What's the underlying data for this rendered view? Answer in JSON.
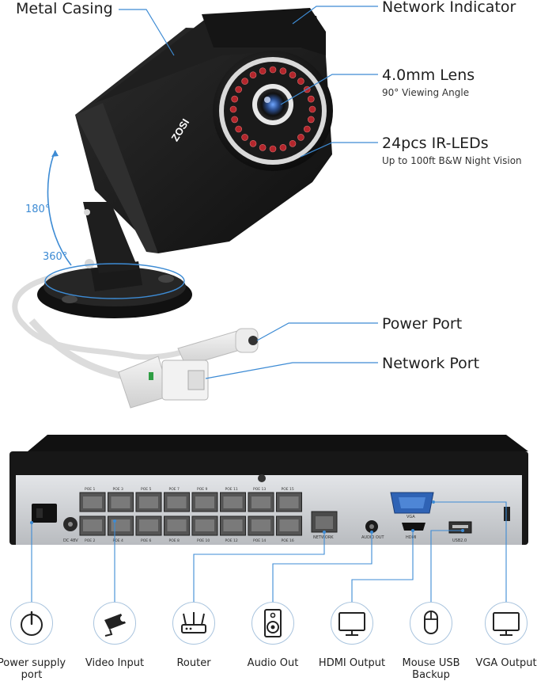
{
  "camera": {
    "brand": "ZOSI",
    "rotation_vertical": "180°",
    "rotation_horizontal": "360°"
  },
  "callouts": {
    "metal_casing": "Metal Casing",
    "network_indicator": "Network Indicator",
    "lens_title": "4.0mm Lens",
    "lens_sub": "90° Viewing Angle",
    "ir_title": "24pcs IR-LEDs",
    "ir_sub": "Up to 100ft B&W Night Vision",
    "power_port": "Power Port",
    "network_port": "Network Port"
  },
  "nvr": {
    "poe_top": [
      "POE 1",
      "POE 3",
      "POE 5",
      "POE 7",
      "POE 9",
      "POE 11",
      "POE 13",
      "POE 15"
    ],
    "poe_bottom": [
      "POE 2",
      "POE 4",
      "POE 6",
      "POE 8",
      "POE 10",
      "POE 12",
      "POE 14",
      "POE 16"
    ],
    "dc_label": "DC 48V",
    "network_label": "NETWORK",
    "audio_label": "AUDIO OUT",
    "hdmi_label": "HDMI",
    "vga_label": "VGA",
    "usb_label": "USB2.0"
  },
  "icons": [
    {
      "name": "power-icon",
      "label": "Power supply port"
    },
    {
      "name": "camera-icon",
      "label": "Video Input"
    },
    {
      "name": "router-icon",
      "label": "Router"
    },
    {
      "name": "speaker-icon",
      "label": "Audio Out"
    },
    {
      "name": "monitor-icon",
      "label": "HDMI Output"
    },
    {
      "name": "mouse-icon",
      "label": "Mouse USB Backup"
    },
    {
      "name": "monitor-icon",
      "label": "VGA Output"
    }
  ],
  "colors": {
    "leader": "#3d8bd4",
    "camera_body": "#1b1b1b",
    "nvr_body": "#1a1a1a",
    "nvr_panel": "#c9ccd0",
    "icon_ring": "#a9c4de"
  }
}
